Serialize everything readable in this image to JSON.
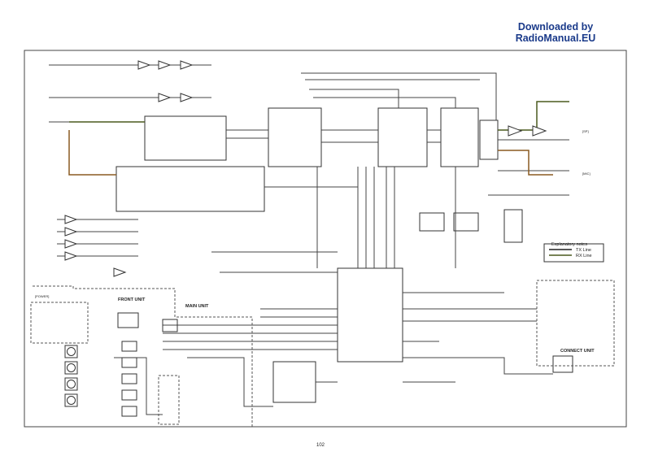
{
  "watermark": {
    "line1": "Downloaded  by",
    "line2": "RadioManual.EU"
  },
  "diagram": {
    "regions": {
      "front_unit": "FRONT UNIT",
      "main_unit": "MAIN UNIT",
      "connect_unit": "CONNECT UNIT"
    },
    "legend": {
      "title": "Explanatory notes",
      "tx": "TX Line",
      "rx": "RX Line"
    },
    "connectors": {
      "power": "[POWER]",
      "sp": "[SP]",
      "mic": "[MIC]"
    },
    "page_number": "102"
  },
  "colors": {
    "tx_line": "#4a5a1e",
    "rx_line": "#8a5a20",
    "watermark": "#1a3a8a",
    "line": "#333333"
  }
}
